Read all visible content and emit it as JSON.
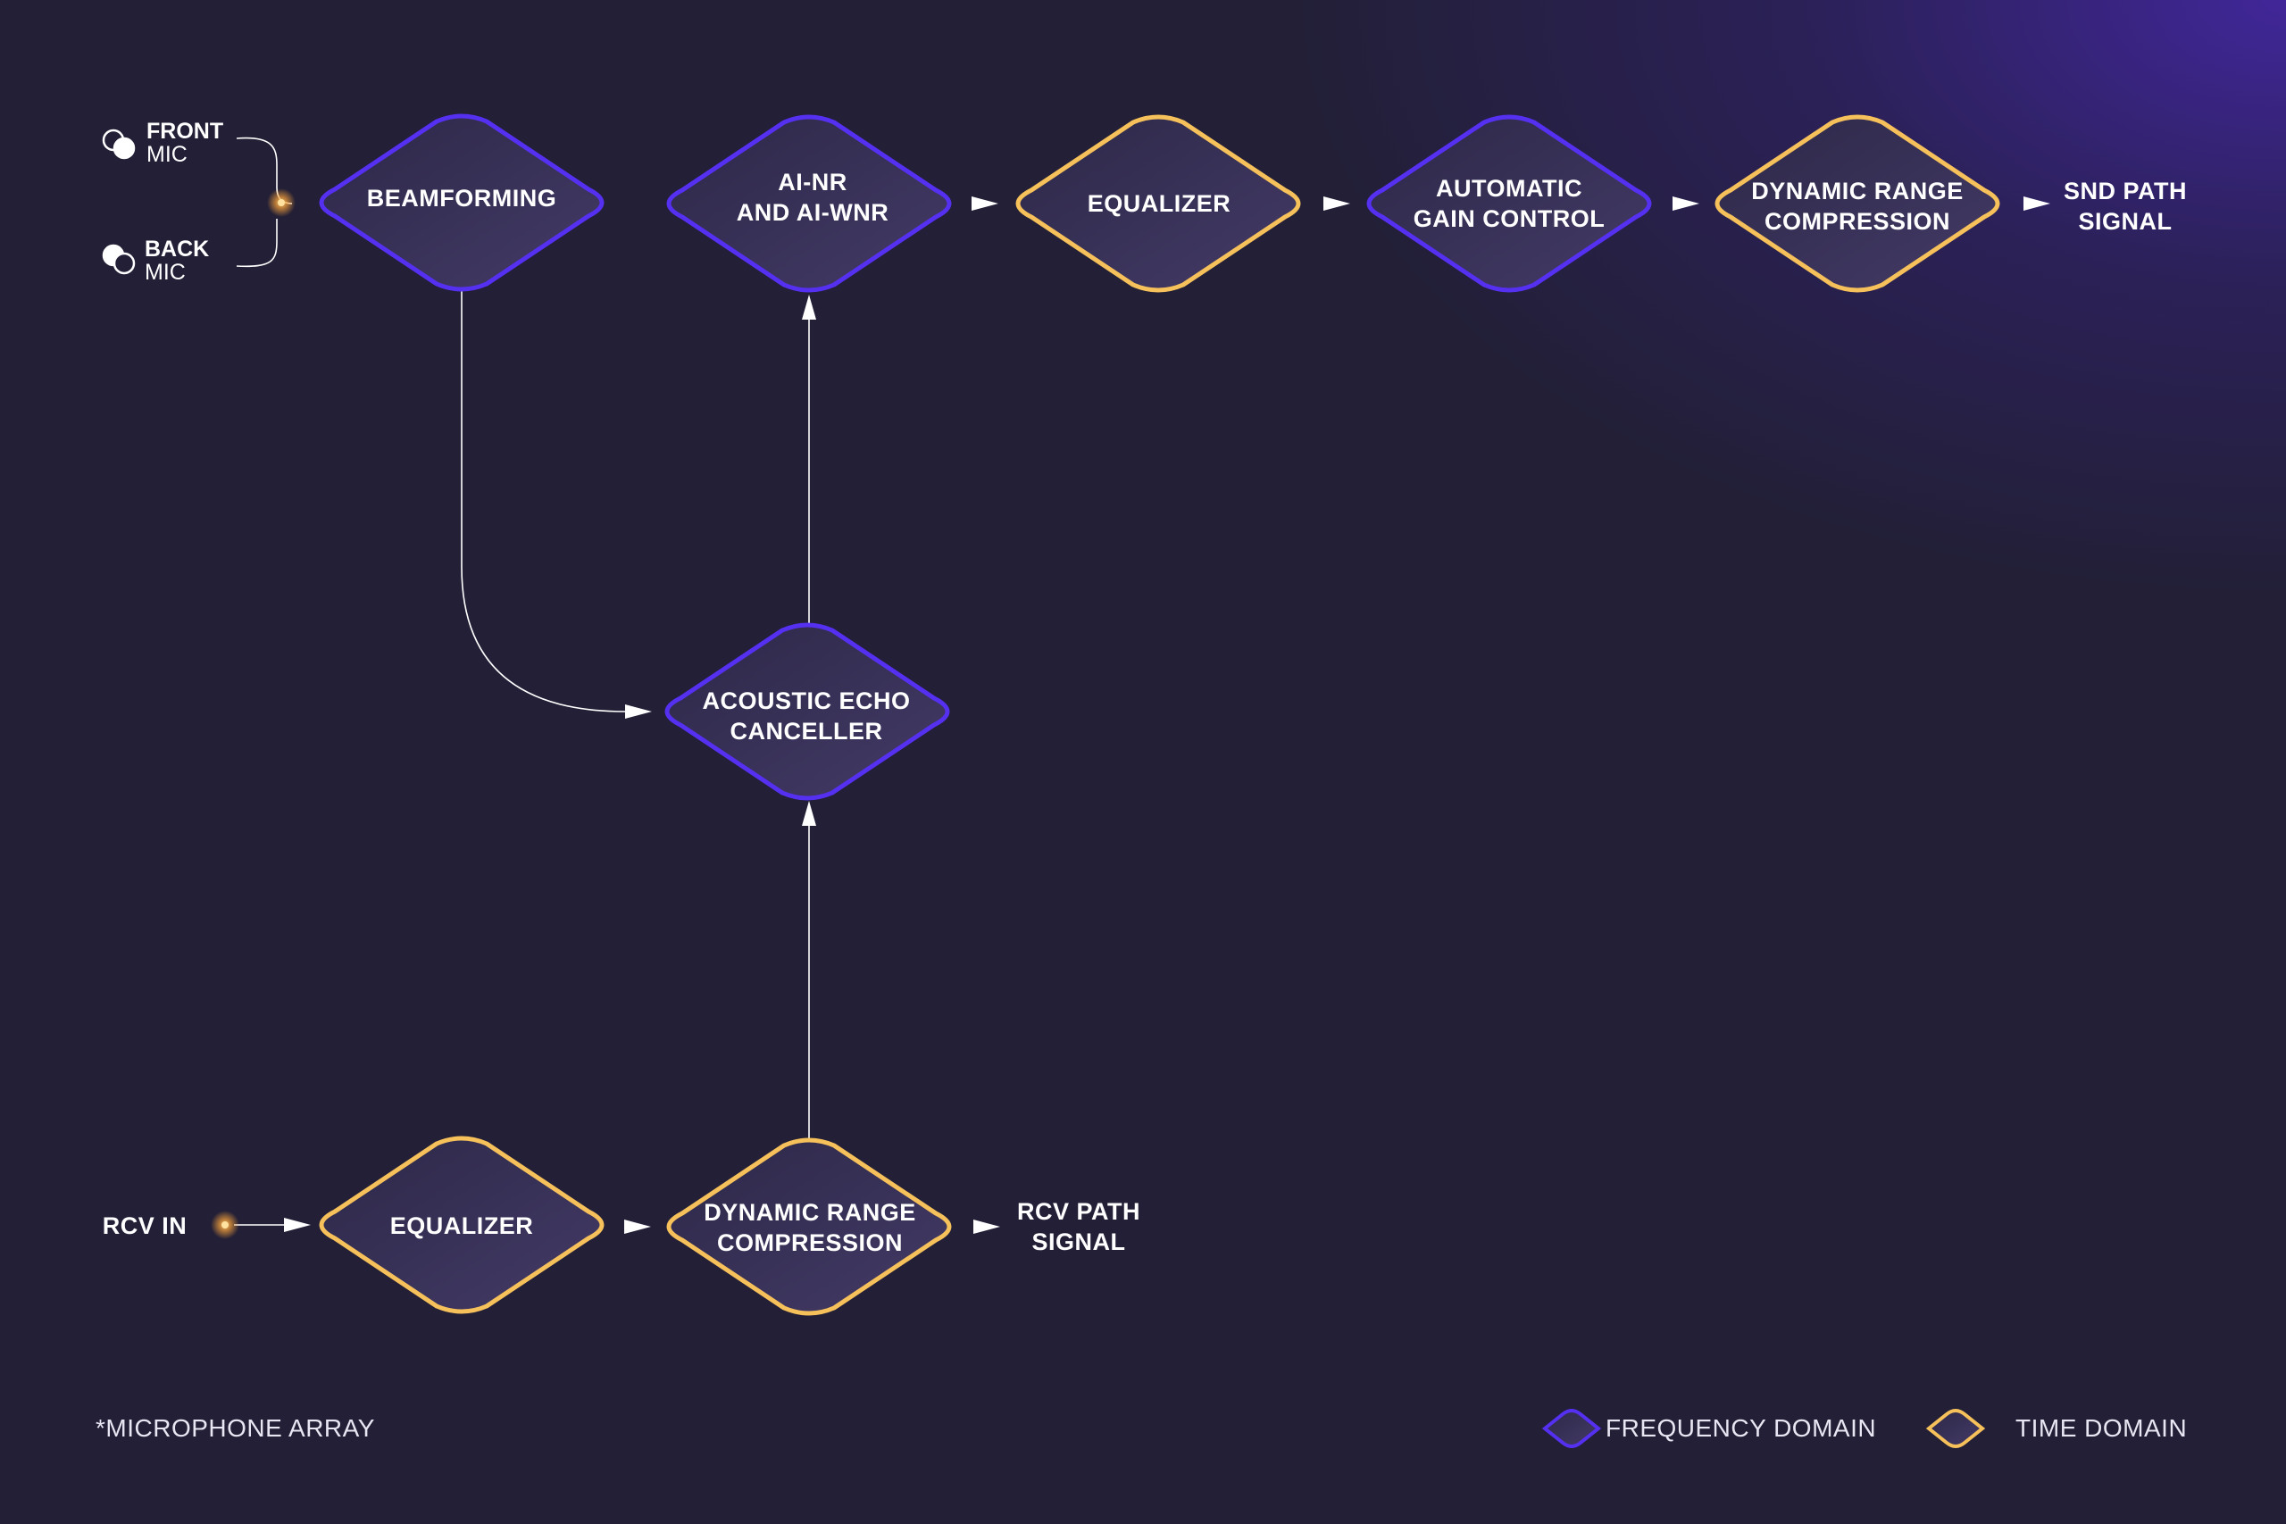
{
  "colors": {
    "frequency_domain": "#5530f0",
    "time_domain": "#f6c15a",
    "node_fill": "#3a3358",
    "background": "#221f36",
    "accent_glow": "#f6a13a"
  },
  "nodes": {
    "beamforming": {
      "line1": "BEAMFORMING",
      "line2": "",
      "domain": "frequency"
    },
    "ai_nr": {
      "line1": "AI-NR",
      "line2": "AND AI-WNR",
      "domain": "frequency"
    },
    "equalizer_snd": {
      "line1": "EQUALIZER",
      "line2": "",
      "domain": "time"
    },
    "agc": {
      "line1": "AUTOMATIC",
      "line2": "GAIN CONTROL",
      "domain": "frequency"
    },
    "drc_snd": {
      "line1": "DYNAMIC RANGE",
      "line2": "COMPRESSION",
      "domain": "time"
    },
    "aec": {
      "line1": "ACOUSTIC ECHO",
      "line2": "CANCELLER",
      "domain": "frequency"
    },
    "equalizer_rcv": {
      "line1": "EQUALIZER",
      "line2": "",
      "domain": "time"
    },
    "drc_rcv": {
      "line1": "DYNAMIC RANGE",
      "line2": "COMPRESSION",
      "domain": "time"
    }
  },
  "labels": {
    "front_mic": {
      "line1": "FRONT",
      "line2": "MIC"
    },
    "back_mic": {
      "line1": "BACK",
      "line2": "MIC"
    },
    "snd_path": {
      "line1": "SND PATH",
      "line2": "SIGNAL"
    },
    "rcv_in": "RCV IN",
    "rcv_path": {
      "line1": "RCV PATH",
      "line2": "SIGNAL"
    },
    "footnote": "*MICROPHONE ARRAY"
  },
  "legend": [
    {
      "label": "FREQUENCY DOMAIN",
      "domain": "frequency"
    },
    {
      "label": "TIME DOMAIN",
      "domain": "time"
    }
  ]
}
